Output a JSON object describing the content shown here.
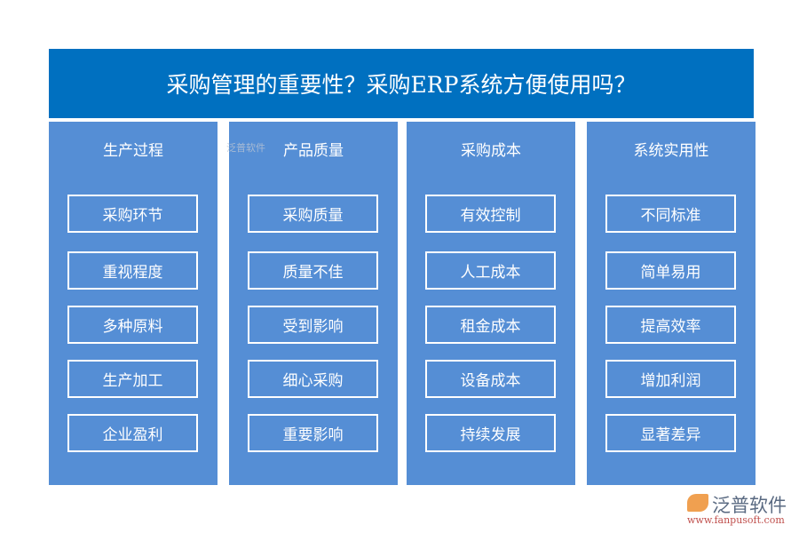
{
  "title": "采购管理的重要性？采购ERP系统方便使用吗？",
  "columns": [
    {
      "title": "生产过程",
      "items": [
        "采购环节",
        "重视程度",
        "多种原料",
        "生产加工",
        "企业盈利"
      ]
    },
    {
      "title": "产品质量",
      "items": [
        "采购质量",
        "质量不佳",
        "受到影响",
        "细心采购",
        "重要影响"
      ]
    },
    {
      "title": "采购成本",
      "items": [
        "有效控制",
        "人工成本",
        "租金成本",
        "设备成本",
        "持续发展"
      ]
    },
    {
      "title": "系统实用性",
      "items": [
        "不同标准",
        "简单易用",
        "提高效率",
        "增加利润",
        "显著差异"
      ]
    }
  ],
  "watermark": "泛普软件",
  "logo": {
    "name": "泛普软件",
    "url": "www.fanpusoft.com"
  },
  "colors": {
    "header": "#0070c0",
    "column": "#558ed5"
  }
}
